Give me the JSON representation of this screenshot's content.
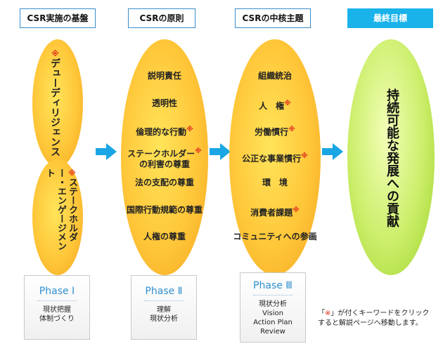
{
  "headers": {
    "foundation": "CSR実施の基盤",
    "principles": "CSRの原則",
    "core_subjects": "CSRの中核主題",
    "final_goal": "最終目標"
  },
  "foundation": {
    "item1": "デューディリジェンス",
    "item2": "ステークホルダー・エンゲージメント",
    "mark": "※"
  },
  "principles": {
    "items": [
      "説明責任",
      "透明性",
      "倫理的な行動",
      "ステークホルダー",
      "の利害の尊重",
      "法の支配の尊重",
      "国際行動規範の尊重",
      "人権の尊重"
    ],
    "mark": "※"
  },
  "core_subjects": {
    "items": [
      "組織統治",
      "人　権",
      "労働慣行",
      "公正な事業慣行",
      "環　境",
      "消費者課題",
      "コミュニティへの参画"
    ],
    "mark": "※"
  },
  "final_goal": {
    "text": "持続可能な発展への貢献"
  },
  "phases": [
    {
      "title": "Phase Ⅰ",
      "lines": [
        "現状把握",
        "体制づくり"
      ]
    },
    {
      "title": "Phase Ⅱ",
      "lines": [
        "理解",
        "現状分析"
      ]
    },
    {
      "title": "Phase Ⅲ",
      "lines": [
        "現状分析",
        "Vision",
        "Action Plan",
        "Review"
      ]
    }
  ],
  "note": {
    "open": "「",
    "mark": "※",
    "line1_rest": "」が付くキーワードをクリック",
    "line2": "すると解説ページへ移動します。"
  },
  "colors": {
    "header_border": "#3a8ec9",
    "final_header": "#19b3ea",
    "arrow": "#1aa6e4",
    "mark": "#e0301e",
    "oval_orange": "#ffc73a",
    "oval_green": "#cbee6a",
    "phase_title": "#2f8fd0"
  }
}
